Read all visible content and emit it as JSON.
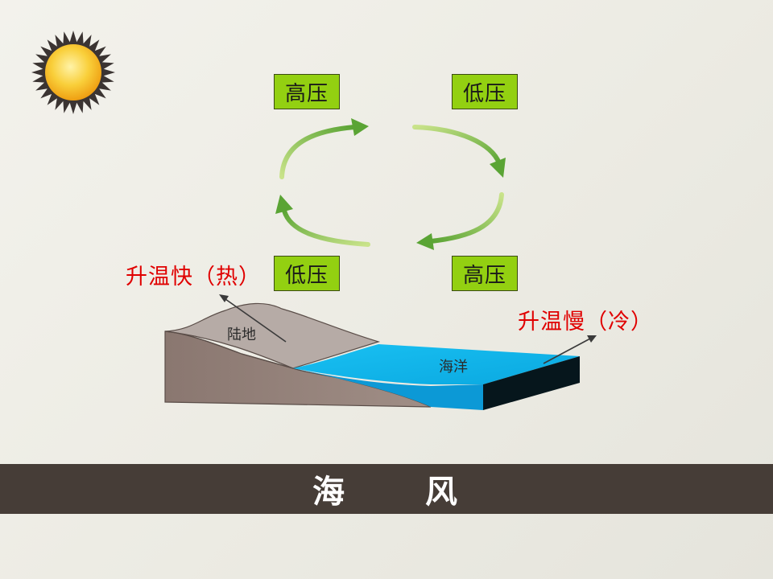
{
  "pressure_boxes": {
    "top_left": "高压",
    "top_right": "低压",
    "bottom_left": "低压",
    "bottom_right": "高压"
  },
  "labels": {
    "land_heat": "升温快（热）",
    "sea_heat": "升温慢（冷）",
    "land": "陆地",
    "sea": "海洋"
  },
  "banner": {
    "char1": "海",
    "char2": "风"
  },
  "colors": {
    "pressure_box": "#93d011",
    "arrow_green": "#6cb33f",
    "warm_label": "#e00000",
    "sea": "#12b4ea",
    "land": "#9e8a82",
    "banner_bg": "#463d37",
    "sun": "#f7c227"
  },
  "icons": {
    "sun": "sun-icon",
    "circulation": "circular-arrows"
  }
}
